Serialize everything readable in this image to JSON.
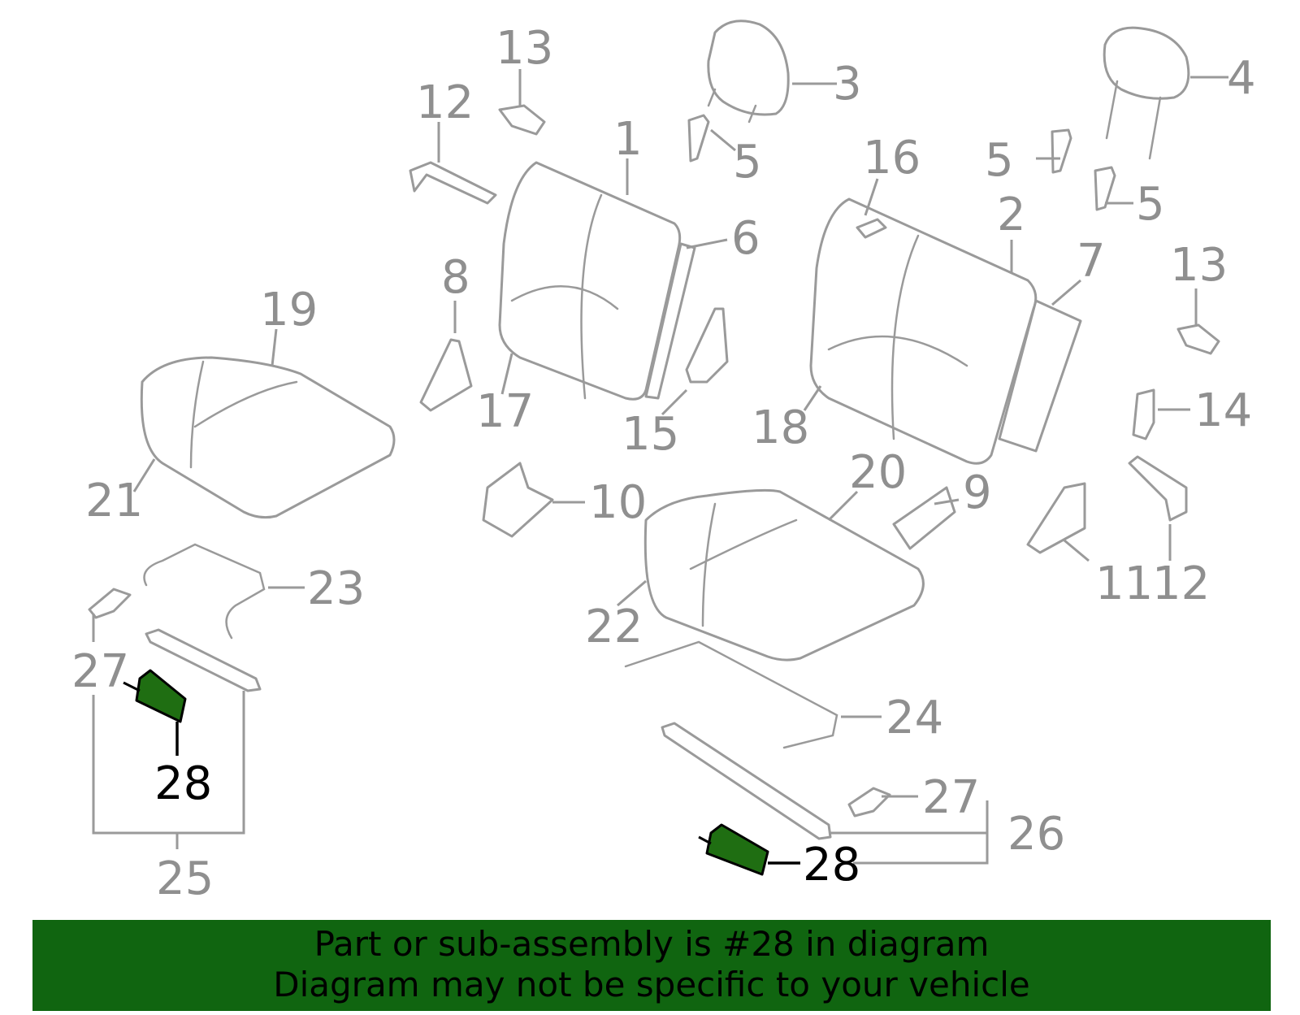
{
  "diagram": {
    "highlight_part": "28",
    "highlight_color": "#1f6e12",
    "line_color": "#9a9a9a",
    "callouts": {
      "c1": "1",
      "c2": "2",
      "c3": "3",
      "c4": "4",
      "c5a": "5",
      "c5b": "5",
      "c5c": "5",
      "c6": "6",
      "c7": "7",
      "c8": "8",
      "c9": "9",
      "c10": "10",
      "c11": "11",
      "c12a": "12",
      "c12b": "12",
      "c13a": "13",
      "c13b": "13",
      "c14": "14",
      "c15": "15",
      "c16": "16",
      "c17": "17",
      "c18": "18",
      "c19": "19",
      "c20": "20",
      "c21": "21",
      "c22": "22",
      "c23": "23",
      "c24": "24",
      "c25": "25",
      "c26": "26",
      "c27a": "27",
      "c27b": "27",
      "c28a": "28",
      "c28b": "28"
    }
  },
  "banner": {
    "line1": "Part or sub-assembly is #28 in diagram",
    "line2": "Diagram may not be specific to your vehicle",
    "background": "#106510"
  }
}
